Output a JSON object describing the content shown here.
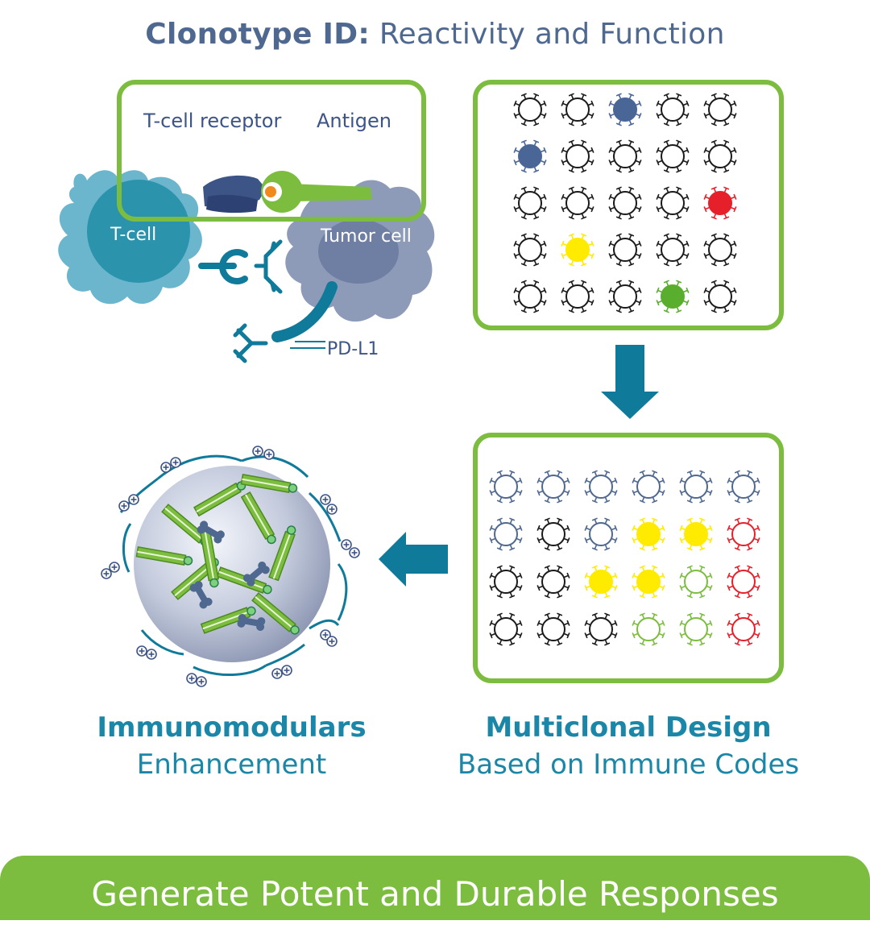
{
  "title": {
    "bold": "Clonotype ID:",
    "regular": "Reactivity and Function"
  },
  "labels": {
    "tcr": "T-cell receptor",
    "antigen": "Antigen",
    "tcell": "T-cell",
    "tumor": "Tumor cell",
    "pdl1": "PD-L1"
  },
  "grid_top": {
    "rows": [
      [
        "empty",
        "empty",
        "blue",
        "empty",
        "empty"
      ],
      [
        "blue",
        "empty",
        "empty",
        "empty",
        "empty"
      ],
      [
        "empty",
        "empty",
        "empty",
        "empty",
        "red"
      ],
      [
        "empty",
        "yellow",
        "empty",
        "empty",
        "empty"
      ],
      [
        "empty",
        "empty",
        "empty",
        "green",
        "empty"
      ]
    ]
  },
  "grid_bottom": {
    "rows": [
      [
        "o-slate",
        "o-slate",
        "o-slate",
        "o-slate",
        "o-slate",
        "o-slate"
      ],
      [
        "o-slate",
        "o-black",
        "o-slate",
        "f-yellow",
        "f-yellow",
        "o-red"
      ],
      [
        "o-black",
        "o-black",
        "f-yellow",
        "f-yellow",
        "o-green",
        "o-red"
      ],
      [
        "o-black",
        "o-black",
        "o-black",
        "o-green",
        "o-green",
        "o-red"
      ]
    ]
  },
  "colors": {
    "green": "#7cbd3f",
    "teal": "#107a9a",
    "slate": "#4f6890",
    "blue_fill": "#4a6697",
    "red": "#e5202b",
    "yellow": "#ffeb00",
    "green_fill": "#5aae2d",
    "tcell": "#6bb6cc",
    "tumor": "#8d9bb8"
  },
  "captions": {
    "left": {
      "line1": "Immunomodulars",
      "line2": "Enhancement"
    },
    "right": {
      "line1": "Multiclonal Design",
      "line2": "Based on Immune Codes"
    }
  },
  "banner": "Generate Potent and Durable Responses"
}
